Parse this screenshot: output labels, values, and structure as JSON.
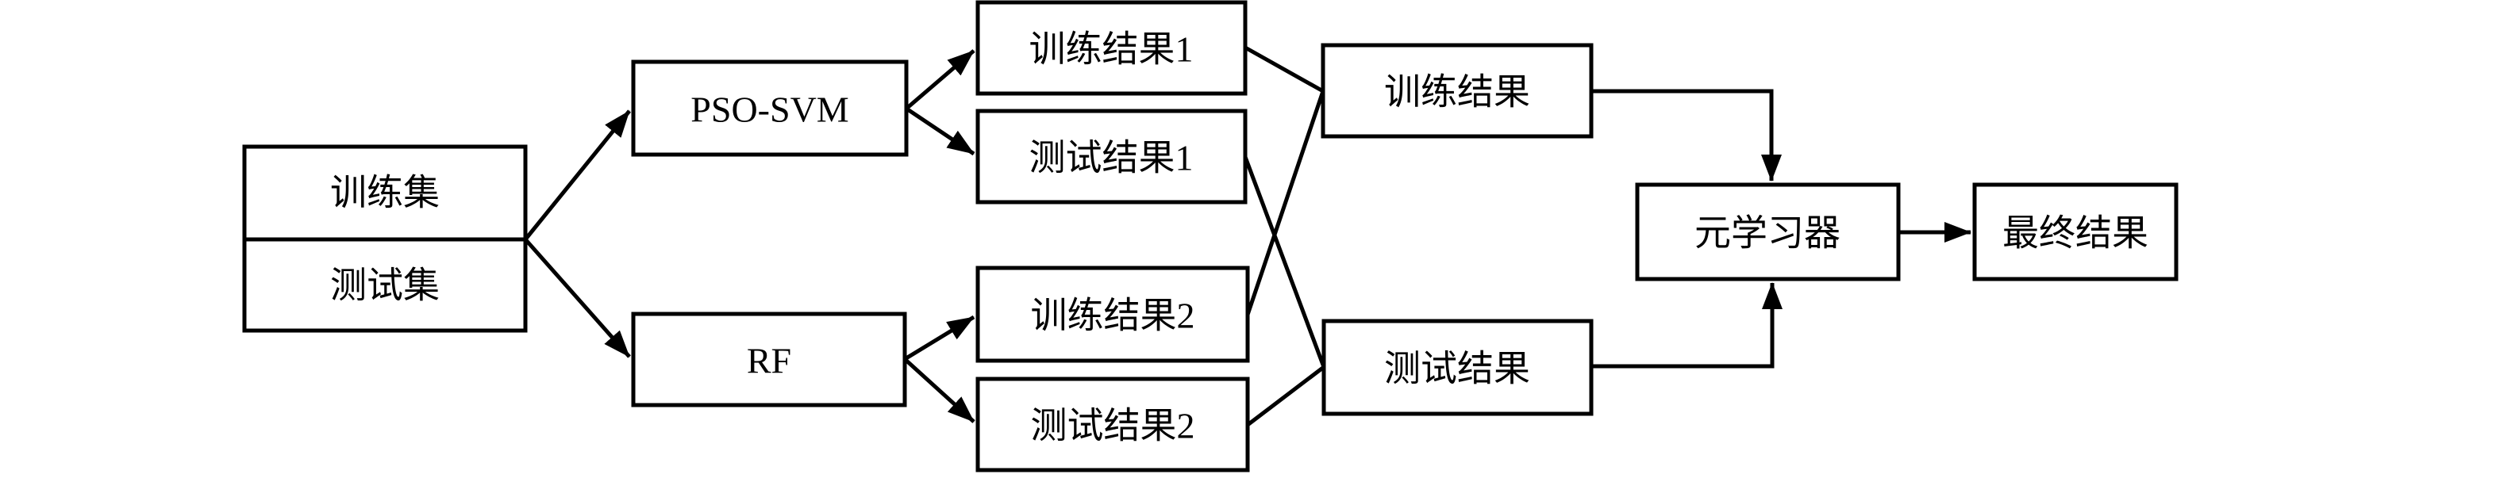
{
  "diagram": {
    "title": "stacking-ensemble-flowchart",
    "colors": {
      "line": "#000000",
      "box_fill": "#ffffff",
      "background": "#ffffff"
    },
    "nodes": {
      "train_set": {
        "label": "训练集"
      },
      "test_set": {
        "label": "测试集"
      },
      "pso_svm": {
        "label": "PSO-SVM"
      },
      "rf": {
        "label": "RF"
      },
      "train_result_1": {
        "label": "训练结果1"
      },
      "test_result_1": {
        "label": "测试结果1"
      },
      "train_result_2": {
        "label": "训练结果2"
      },
      "test_result_2": {
        "label": "测试结果2"
      },
      "train_result": {
        "label": "训练结果"
      },
      "test_result": {
        "label": "测试结果"
      },
      "meta_learner": {
        "label": "元学习器"
      },
      "final_result": {
        "label": "最终结果"
      }
    },
    "edges": [
      {
        "from": "train_test_sets",
        "to": "pso_svm",
        "arrow": true
      },
      {
        "from": "train_test_sets",
        "to": "rf",
        "arrow": true
      },
      {
        "from": "pso_svm",
        "to": "train_result_1",
        "arrow": true
      },
      {
        "from": "pso_svm",
        "to": "test_result_1",
        "arrow": true
      },
      {
        "from": "rf",
        "to": "train_result_2",
        "arrow": true
      },
      {
        "from": "rf",
        "to": "test_result_2",
        "arrow": true
      },
      {
        "from": "train_result_1",
        "to": "train_result",
        "arrow": false
      },
      {
        "from": "train_result_2",
        "to": "train_result",
        "arrow": false
      },
      {
        "from": "test_result_1",
        "to": "test_result",
        "arrow": false
      },
      {
        "from": "test_result_2",
        "to": "test_result",
        "arrow": false
      },
      {
        "from": "train_result",
        "to": "meta_learner",
        "arrow": true
      },
      {
        "from": "test_result",
        "to": "meta_learner",
        "arrow": true
      },
      {
        "from": "meta_learner",
        "to": "final_result",
        "arrow": true
      }
    ]
  }
}
